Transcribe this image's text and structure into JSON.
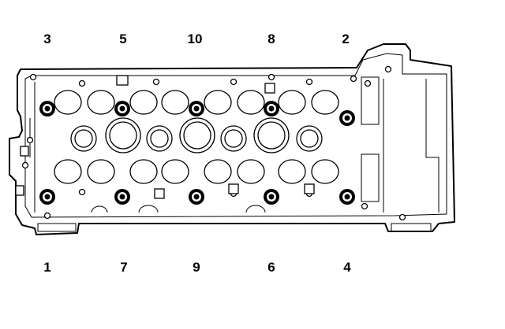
{
  "diagram": {
    "top_labels": [
      "3",
      "5",
      "10",
      "8",
      "2"
    ],
    "bottom_labels": [
      "1",
      "7",
      "9",
      "6",
      "4"
    ]
  }
}
